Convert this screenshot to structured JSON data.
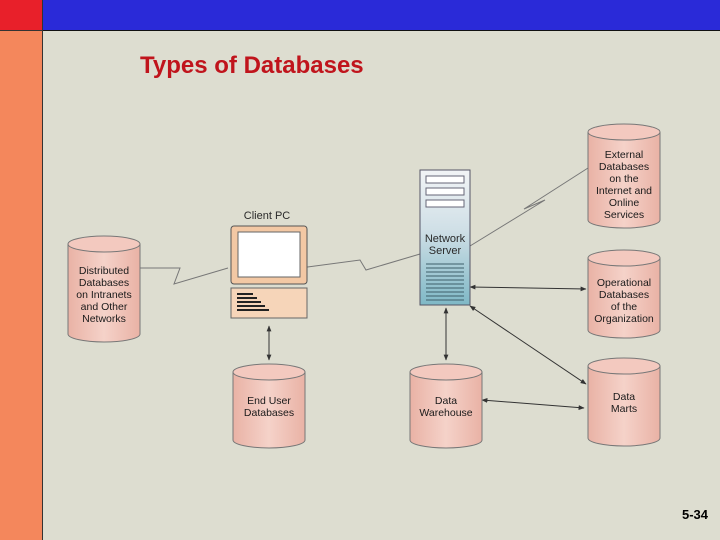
{
  "slide": {
    "title": "Types of Databases",
    "number": "5-34"
  },
  "colors": {
    "background": "#ddddd0",
    "left_bar": "#f4875c",
    "top_bar": "#2a2ad8",
    "corner": "#e8202a",
    "title": "#c0141c",
    "cylinder": "#f0c2b7",
    "server": "#8fc3cd"
  },
  "diagram": {
    "client_pc": "Client PC",
    "server": [
      "Network",
      "Server"
    ],
    "databases": {
      "distributed": [
        "Distributed",
        "Databases",
        "on Intranets",
        "and Other",
        "Networks"
      ],
      "end_user": [
        "End User",
        "Databases"
      ],
      "warehouse": [
        "Data",
        "Warehouse"
      ],
      "external": [
        "External",
        "Databases",
        "on the",
        "Internet and",
        "Online",
        "Services"
      ],
      "operational": [
        "Operational",
        "Databases",
        "of the",
        "Organization"
      ],
      "marts": [
        "Data",
        "Marts"
      ]
    }
  }
}
